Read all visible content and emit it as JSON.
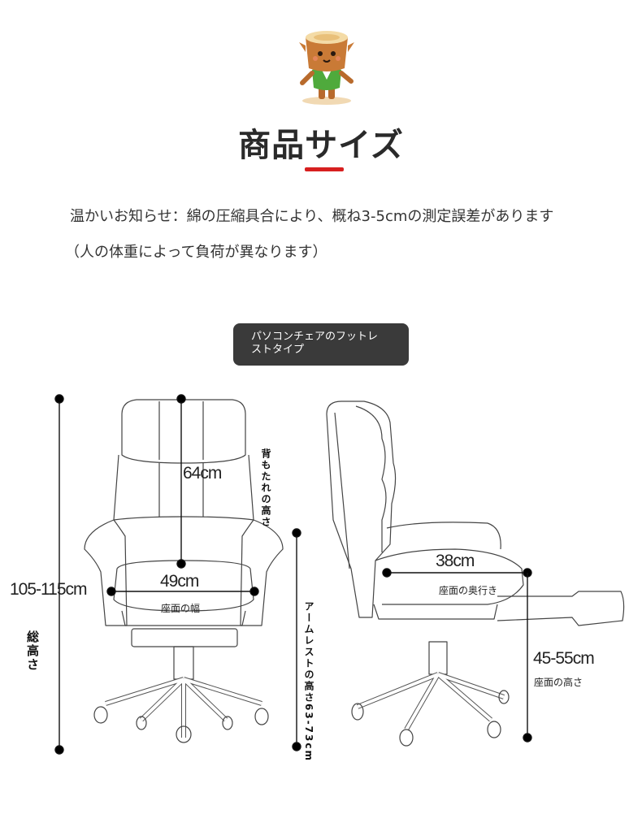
{
  "header": {
    "title": "商品サイズ",
    "accent_color": "#d71f1f",
    "mascot_icon": "tree-stump-mascot-icon"
  },
  "notice": {
    "line1": "温かいお知らせ：綿の圧縮具合により、概ね3-5cmの測定誤差があります",
    "line2": "（人の体重によって負荷が異なります）"
  },
  "badge": {
    "line1": "パソコンチェアのフットレ",
    "line2": "ストタイプ"
  },
  "front_view": {
    "total_height_value": "105-115cm",
    "total_height_label": "総高さ",
    "backrest_value": "64cm",
    "backrest_label": "背もたれの高さ",
    "seat_width_value": "49cm",
    "seat_width_label": "座面の幅",
    "armrest_label": "アームレストの高さ63-73cm"
  },
  "side_view": {
    "seat_depth_value": "38cm",
    "seat_depth_label": "座面の奥行き",
    "seat_height_value": "45-55cm",
    "seat_height_label": "座面の高さ"
  }
}
